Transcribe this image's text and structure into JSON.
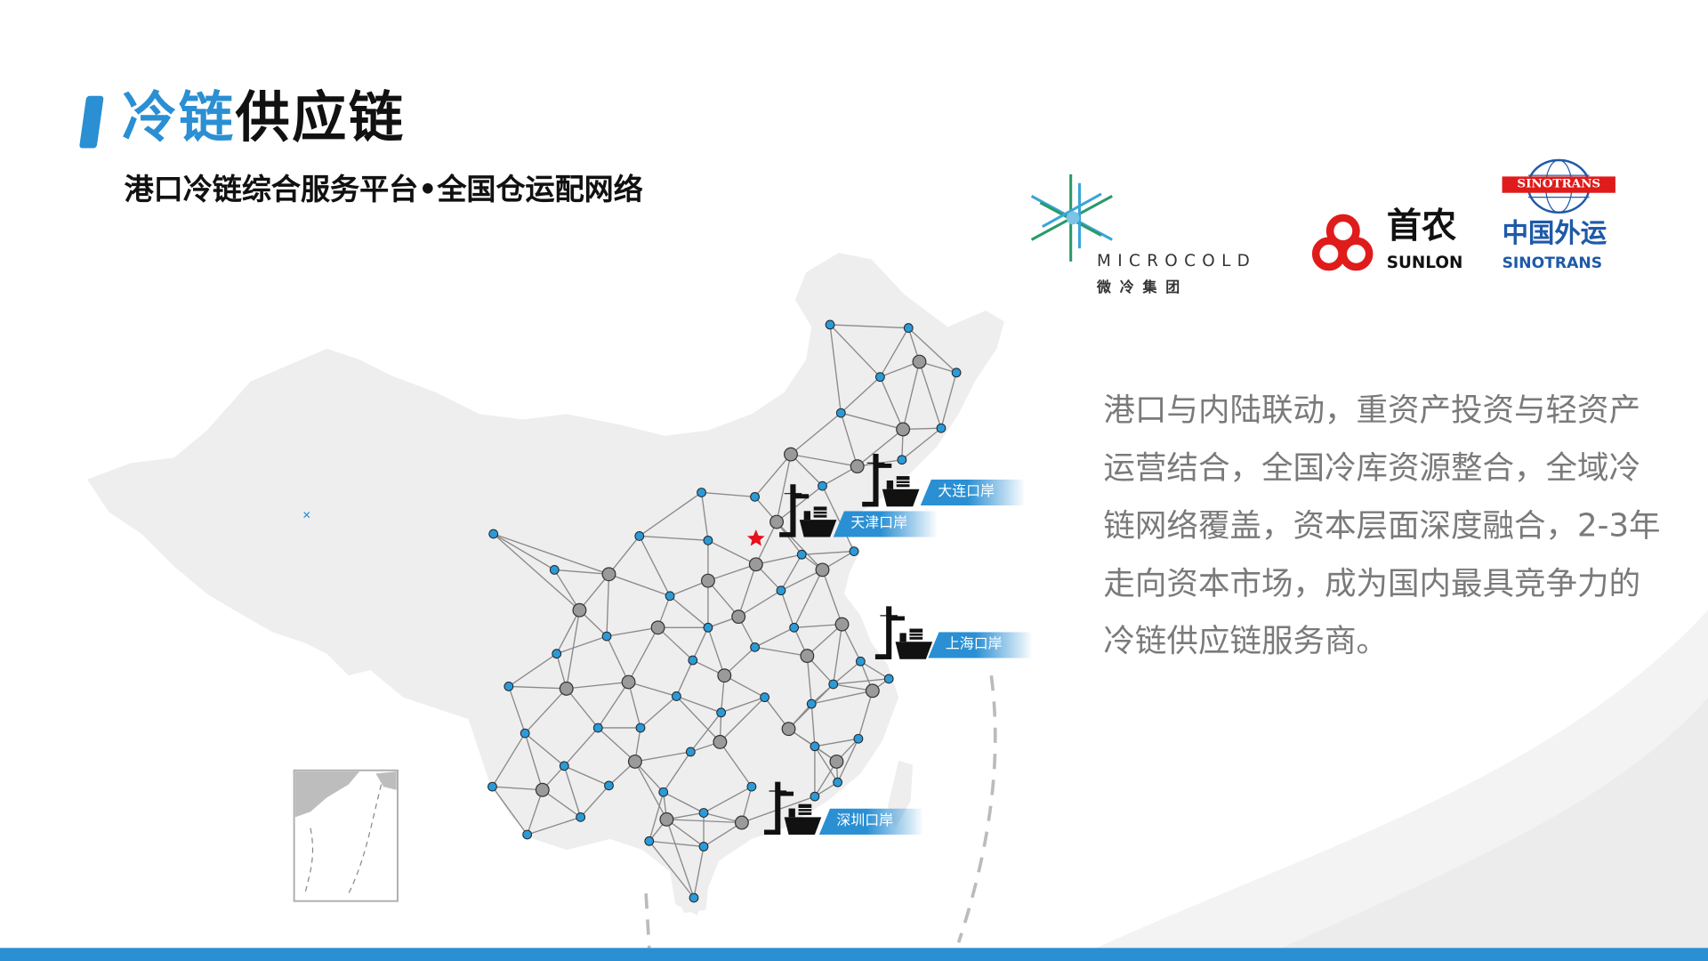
{
  "header": {
    "title_highlight": "冷链",
    "title_rest": "供应链",
    "subtitle": "港口冷链综合服务平台•全国仓运配网络"
  },
  "logos": {
    "microcold": {
      "en": "MICROCOLD",
      "cn": "微冷集团"
    },
    "sunlon": {
      "cn": "首农",
      "en": "SUNLON"
    },
    "sinotrans": {
      "badge": "SINOTRANS",
      "cn": "中国外运",
      "en": "SINOTRANS"
    }
  },
  "ports": [
    {
      "name": "大连口岸"
    },
    {
      "name": "天津口岸"
    },
    {
      "name": "上海口岸"
    },
    {
      "name": "深圳口岸"
    }
  ],
  "description": "港口与内陆联动，重资产投资与轻资产运营结合，全国冷库资源整合，全域冷链网络覆盖，资本层面深度融合，2-3年走向资本市场，成为国内最具竞争力的冷链供应链服务商。",
  "colors": {
    "accent": "#2a8fd3",
    "node_blue": "#2b9ad8",
    "node_gray": "#9a9a9a",
    "star": "#e8101a"
  }
}
